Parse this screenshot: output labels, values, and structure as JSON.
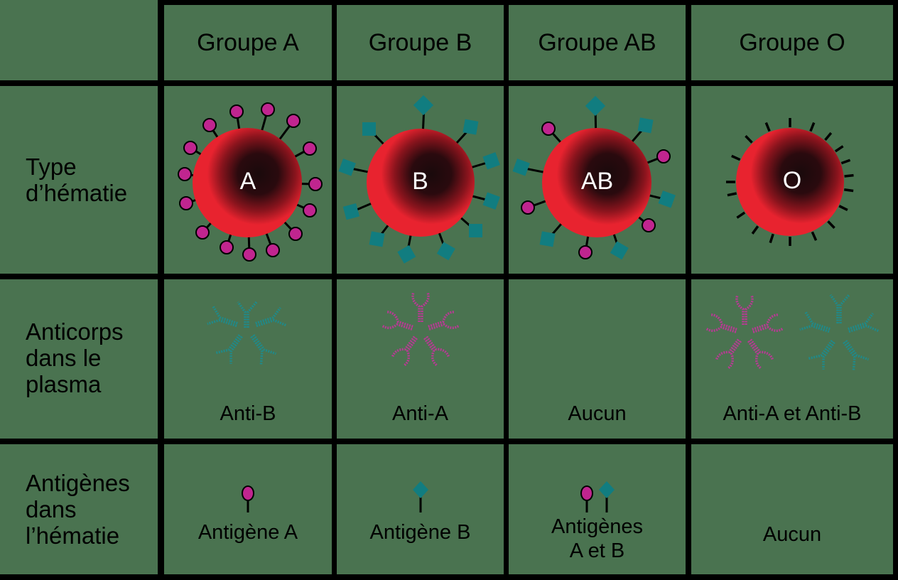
{
  "columns": [
    {
      "label": "Groupe A"
    },
    {
      "label": "Groupe B"
    },
    {
      "label": "Groupe AB"
    },
    {
      "label": "Groupe O"
    }
  ],
  "rows": [
    {
      "label_lines": [
        "Type",
        "d’hématie"
      ]
    },
    {
      "label_lines": [
        "Anticorps",
        "dans le",
        "plasma"
      ]
    },
    {
      "label_lines": [
        "Antigènes",
        "dans",
        "l’hématie"
      ]
    }
  ],
  "cells": {
    "cell_type": [
      "A",
      "B",
      "AB",
      "O"
    ],
    "antibodies": [
      "Anti-B",
      "Anti-A",
      "Aucun",
      "Anti-A et Anti-B"
    ],
    "antigens": [
      {
        "lines": [
          "Antigène A"
        ]
      },
      {
        "lines": [
          "Antigène B"
        ]
      },
      {
        "lines": [
          "Antigènes",
          "A et B"
        ]
      },
      {
        "lines": [
          "Aucun"
        ]
      }
    ]
  },
  "colors": {
    "background": "#4a7350",
    "grid": "#000000",
    "cell_red": "#e8232f",
    "cell_center": "#1a0a0c",
    "antigen_a": "#c0258f",
    "antigen_b": "#117d80",
    "anti_a": "#b83a94",
    "anti_b": "#1f8a8a"
  }
}
